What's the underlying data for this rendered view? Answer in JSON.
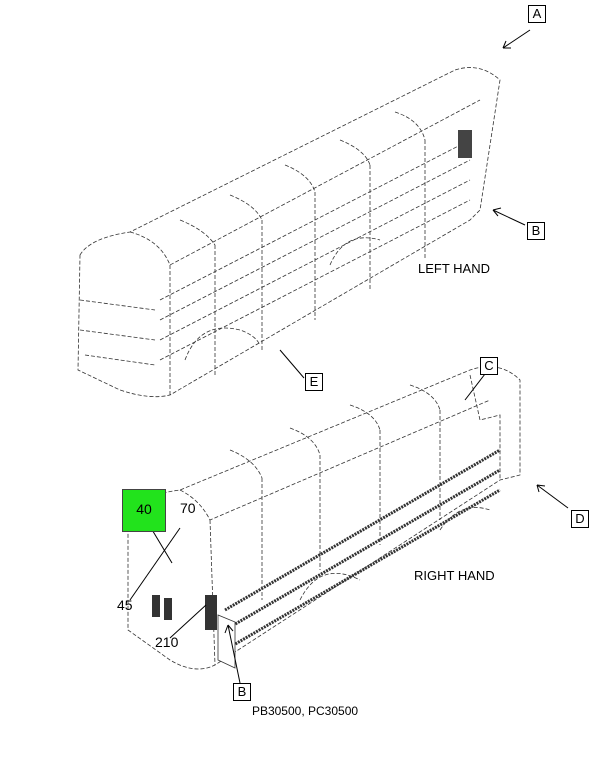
{
  "callouts": {
    "A": "A",
    "B_top": "B",
    "C": "C",
    "D": "D",
    "E": "E",
    "B_bottom": "B"
  },
  "views": {
    "left": "LEFT HAND",
    "right": "RIGHT HAND"
  },
  "item_numbers": {
    "highlighted": "40",
    "n70": "70",
    "n45": "45",
    "n210": "210"
  },
  "highlight_color": "#22e31c",
  "caption": "PB30500, PC30500"
}
